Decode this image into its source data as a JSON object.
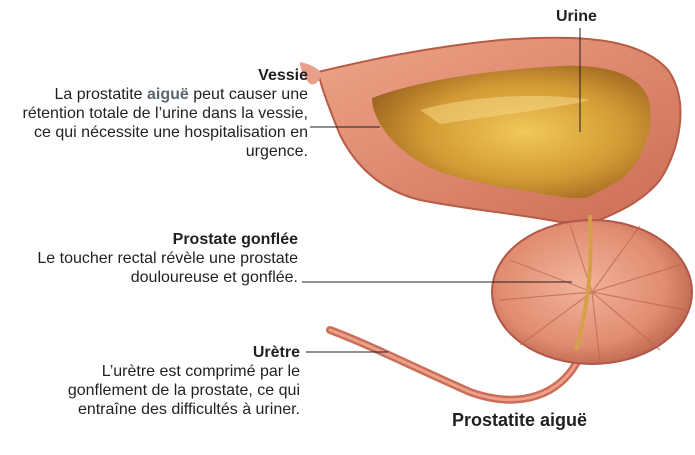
{
  "labels": {
    "urine": "Urine",
    "vessie": {
      "title": "Vessie",
      "desc_before": "La prostatite ",
      "desc_emph": "aiguë",
      "desc_after": " peut causer une rétention totale de l’urine dans la vessie, ce qui nécessite une hospitalisation en urgence."
    },
    "prostate": {
      "title": "Prostate gonflée",
      "desc": "Le toucher rectal révèle une prostate douloureuse et gonflée."
    },
    "uretre": {
      "title": "Urètre",
      "desc": "L’urètre est comprimé par le gonflement de la prostate, ce qui entraîne des difficultés à uriner."
    }
  },
  "caption": "Prostatite aiguë",
  "colors": {
    "tissue": "#e59479",
    "tissue_dark": "#b85c45",
    "urine": "#d8a23c",
    "leader": "#231f20"
  }
}
